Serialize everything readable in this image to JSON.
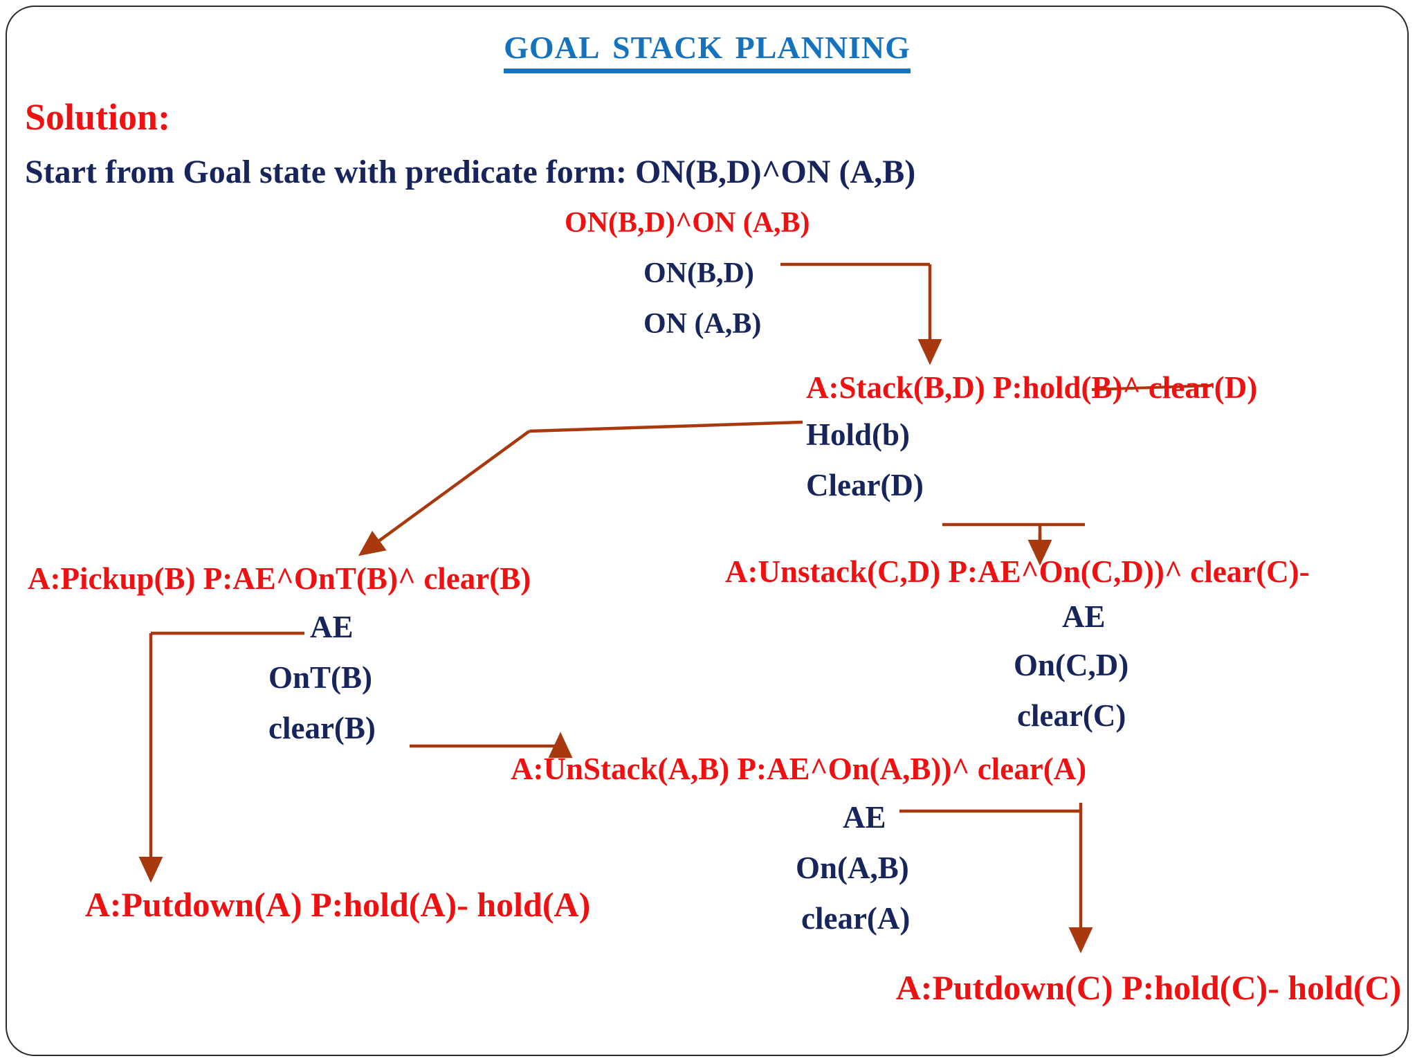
{
  "slide": {
    "title": "Goal stack planning",
    "title_color": "#1572bc",
    "accent_red": "#ef1111",
    "accent_navy": "#17255c",
    "arrow_color": "#a8390e",
    "border_color": "#2a2a2a"
  },
  "body": {
    "solution_label": "Solution:",
    "start_line": "Start from Goal state with predicate form: ON(B,D)^ON (A,B)"
  },
  "goal_stack": {
    "header": "ON(B,D)^ON (A,B)",
    "items": [
      "ON(B,D)",
      "ON (A,B)"
    ]
  },
  "stack_bd": {
    "header": "A:Stack(B,D) P:hold(B)^ clear(D)",
    "items": [
      "Hold(b)",
      "Clear(D)"
    ]
  },
  "pickup_b": {
    "header": "A:Pickup(B) P:AE^OnT(B)^ clear(B)",
    "items": [
      "AE",
      "OnT(B)",
      "clear(B)"
    ]
  },
  "unstack_cd": {
    "header": "A:Unstack(C,D) P:AE^On(C,D))^ clear(C)-",
    "items": [
      "AE",
      "On(C,D)",
      "clear(C)"
    ]
  },
  "unstack_ab": {
    "header": "A:UnStack(A,B) P:AE^On(A,B))^ clear(A)",
    "items": [
      "AE",
      "On(A,B)",
      "clear(A)"
    ]
  },
  "putdown_a": {
    "text": "A:Putdown(A) P:hold(A)- hold(A)"
  },
  "putdown_c": {
    "text": "A:Putdown(C) P:hold(C)- hold(C)"
  }
}
